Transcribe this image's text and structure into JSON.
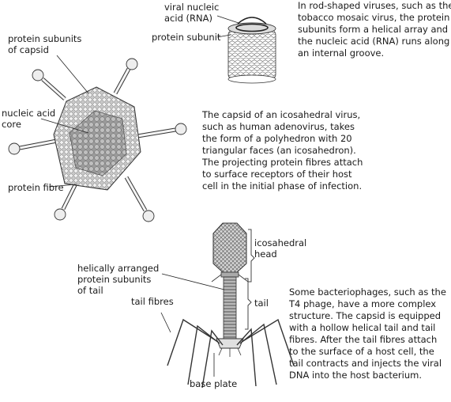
{
  "labels": {
    "viral_nucleic_acid": "viral nucleic\nacid (RNA)",
    "protein_subunit": "protein subunit",
    "protein_subunits_capsid": "protein subunits\nof capsid",
    "nucleic_acid_core": "nucleic acid\ncore",
    "protein_fibre": "protein fibre",
    "icosahedral_head": "icosahedral\nhead",
    "helical_tail_subunits": "helically arranged\nprotein subunits\nof tail",
    "tail": "tail",
    "tail_fibres": "tail fibres",
    "base_plate": "base plate"
  },
  "paragraphs": {
    "rod_virus": "In rod-shaped viruses, such as the\ntobacco mosaic virus, the protein\nsubunits form a helical array and\nthe nucleic acid (RNA) runs along\nan internal groove.",
    "icosahedral_virus": "The capsid of an icosahedral virus,\nsuch as human adenovirus, takes\nthe form of a polyhedron with 20\ntriangular faces (an icosahedron).\nThe projecting protein fibres attach\nto surface receptors of their host\ncell in the initial phase of infection.",
    "bacteriophage": "Some bacteriophages, such as the\nT4 phage, have a more complex\nstructure. The capsid is equipped\nwith a hollow helical tail and tail\nfibres. After the tail fibres attach\nto the surface of a host cell, the\ntail contracts and injects the viral\nDNA into the host bacterium."
  },
  "colors": {
    "ink": "#1a1a1a",
    "fill_light": "#e8e8e8",
    "fill_mid": "#bdbdbd",
    "fill_dark": "#8c8c8c"
  }
}
